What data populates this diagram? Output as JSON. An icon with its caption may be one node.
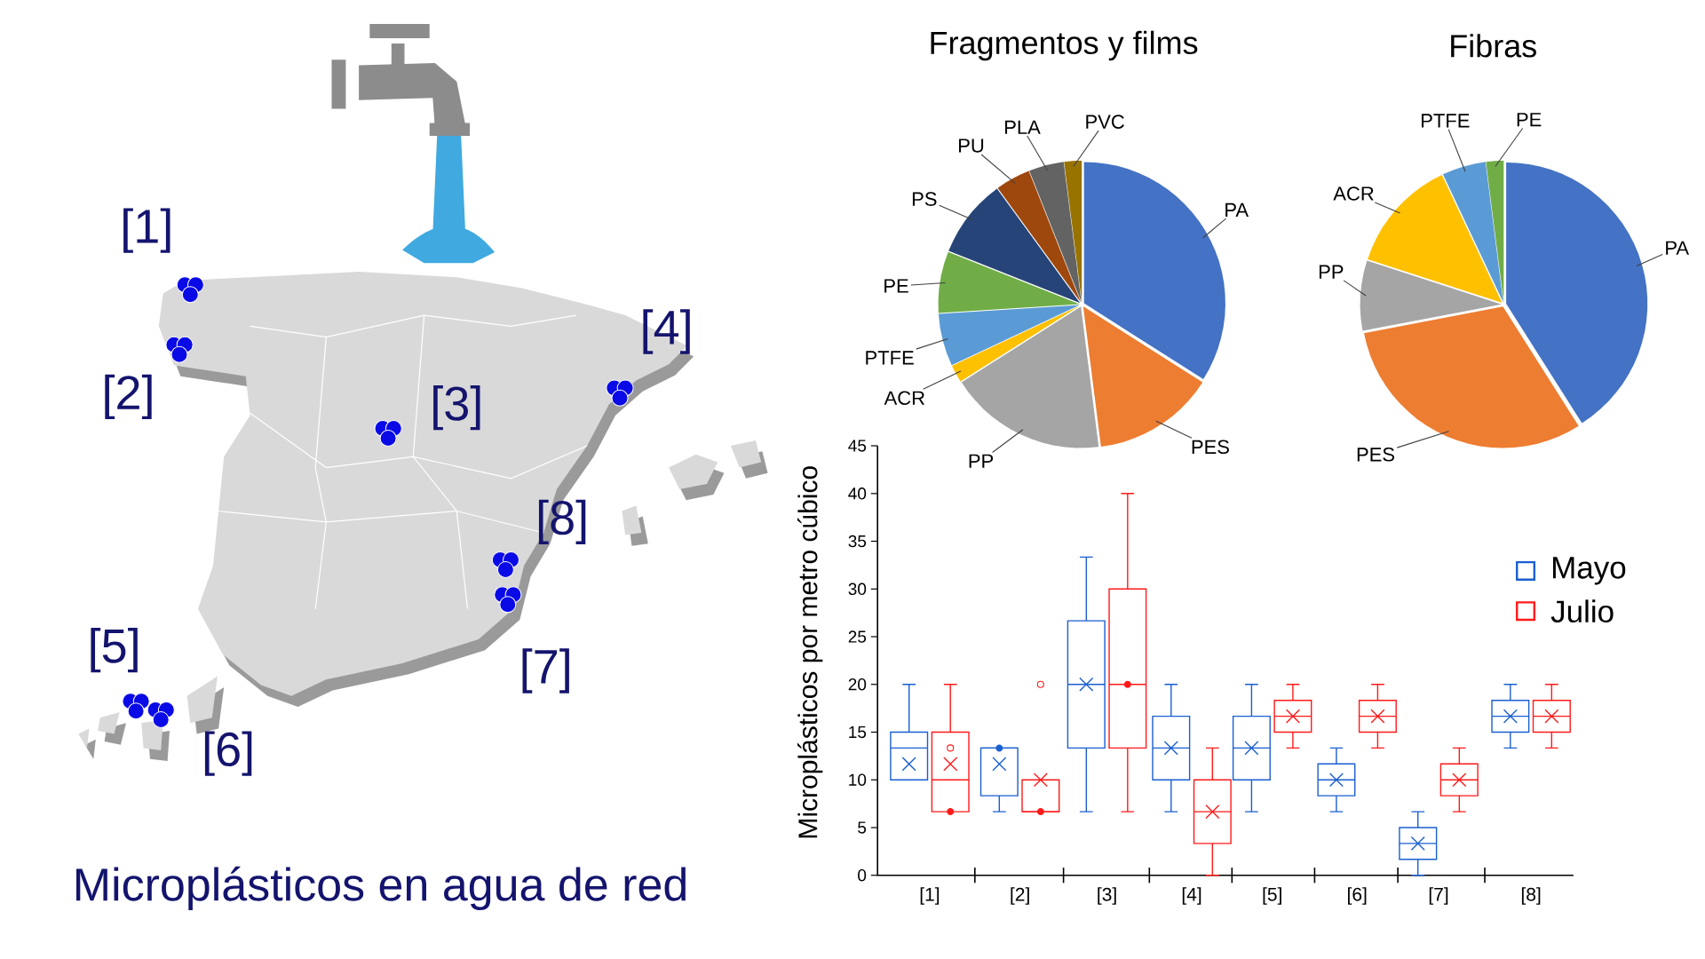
{
  "diagram": {
    "title": "Microplásticos en agua de red",
    "nodes": [
      {
        "text": [
          "PA"
        ]
      },
      {
        "text": [
          "PES"
        ]
      },
      {
        "text": [
          "PP"
        ]
      },
      {
        "text": [
          "ACR"
        ]
      },
      {
        "text": [
          "PTFE"
        ]
      },
      {
        "text": [
          "PE"
        ]
      },
      {
        "text": [
          "PS"
        ]
      },
      {
        "text": [
          "PU"
        ]
      },
      {
        "text": [
          "PLA"
        ]
      },
      {
        "text": [
          "PVC"
        ]
      },
      {
        "text": [
          "PA"
        ]
      },
      {
        "text": [
          "PES"
        ]
      },
      {
        "text": [
          "PP"
        ]
      },
      {
        "text": [
          "ACR"
        ]
      },
      {
        "text": [
          "PTFE"
        ]
      },
      {
        "text": [
          "PE"
        ]
      },
      {
        "text": [],
        "shape": "slice"
      },
      {
        "text": [],
        "shape": "slice"
      },
      {
        "text": [],
        "shape": "slice"
      },
      {
        "text": [],
        "shape": "slice"
      },
      {
        "text": [],
        "shape": "slice"
      },
      {
        "text": [],
        "shape": "slice"
      },
      {
        "text": [],
        "shape": "slice"
      },
      {
        "text": [],
        "shape": "slice"
      },
      {
        "text": [],
        "shape": "slice"
      },
      {
        "text": [],
        "shape": "slice"
      },
      {
        "text": [],
        "shape": "slice"
      },
      {
        "text": [],
        "shape": "slice"
      },
      {
        "text": [],
        "shape": "slice"
      },
      {
        "text": [],
        "shape": "slice"
      },
      {
        "text": [],
        "shape": "slice"
      },
      {
        "text": [],
        "shape": "slice"
      }
    ],
    "edges": [
      {
        "from": 0,
        "to": 16,
        "arrow": "none"
      },
      {
        "from": 1,
        "to": 17,
        "arrow": "none"
      },
      {
        "from": 2,
        "to": 18,
        "arrow": "none"
      },
      {
        "from": 3,
        "to": 19,
        "arrow": "none"
      },
      {
        "from": 4,
        "to": 20,
        "arrow": "none"
      },
      {
        "from": 5,
        "to": 21,
        "arrow": "none"
      },
      {
        "from": 6,
        "to": 22,
        "arrow": "none"
      },
      {
        "from": 7,
        "to": 23,
        "arrow": "none"
      },
      {
        "from": 8,
        "to": 24,
        "arrow": "none"
      },
      {
        "from": 9,
        "to": 25,
        "arrow": "none"
      },
      {
        "from": 10,
        "to": 26,
        "arrow": "none"
      },
      {
        "from": 11,
        "to": 27,
        "arrow": "none"
      },
      {
        "from": 12,
        "to": 28,
        "arrow": "none"
      },
      {
        "from": 13,
        "to": 29,
        "arrow": "none"
      },
      {
        "from": 14,
        "to": 30,
        "arrow": "none"
      },
      {
        "from": 15,
        "to": 31,
        "arrow": "none"
      }
    ],
    "labels": [
      "Fragmentos y films",
      "Fibras",
      "[1]",
      "[4]",
      "[2]",
      "[3]",
      "[8]",
      "[5]",
      "[7]",
      "[6]",
      "Microplásticos por metro cúbico",
      "45",
      "40",
      "35",
      "30",
      "25",
      "20",
      "15",
      "10",
      "5",
      "0",
      "[1]",
      "[2]",
      "[3]",
      "[4]",
      "[5]",
      "[6]",
      "[7]",
      "[8]"
    ],
    "legend": [
      {
        "text": "Mayo",
        "color": "#1a5fd0"
      },
      {
        "text": "Julio",
        "color": "#ff1a1a"
      }
    ]
  }
}
